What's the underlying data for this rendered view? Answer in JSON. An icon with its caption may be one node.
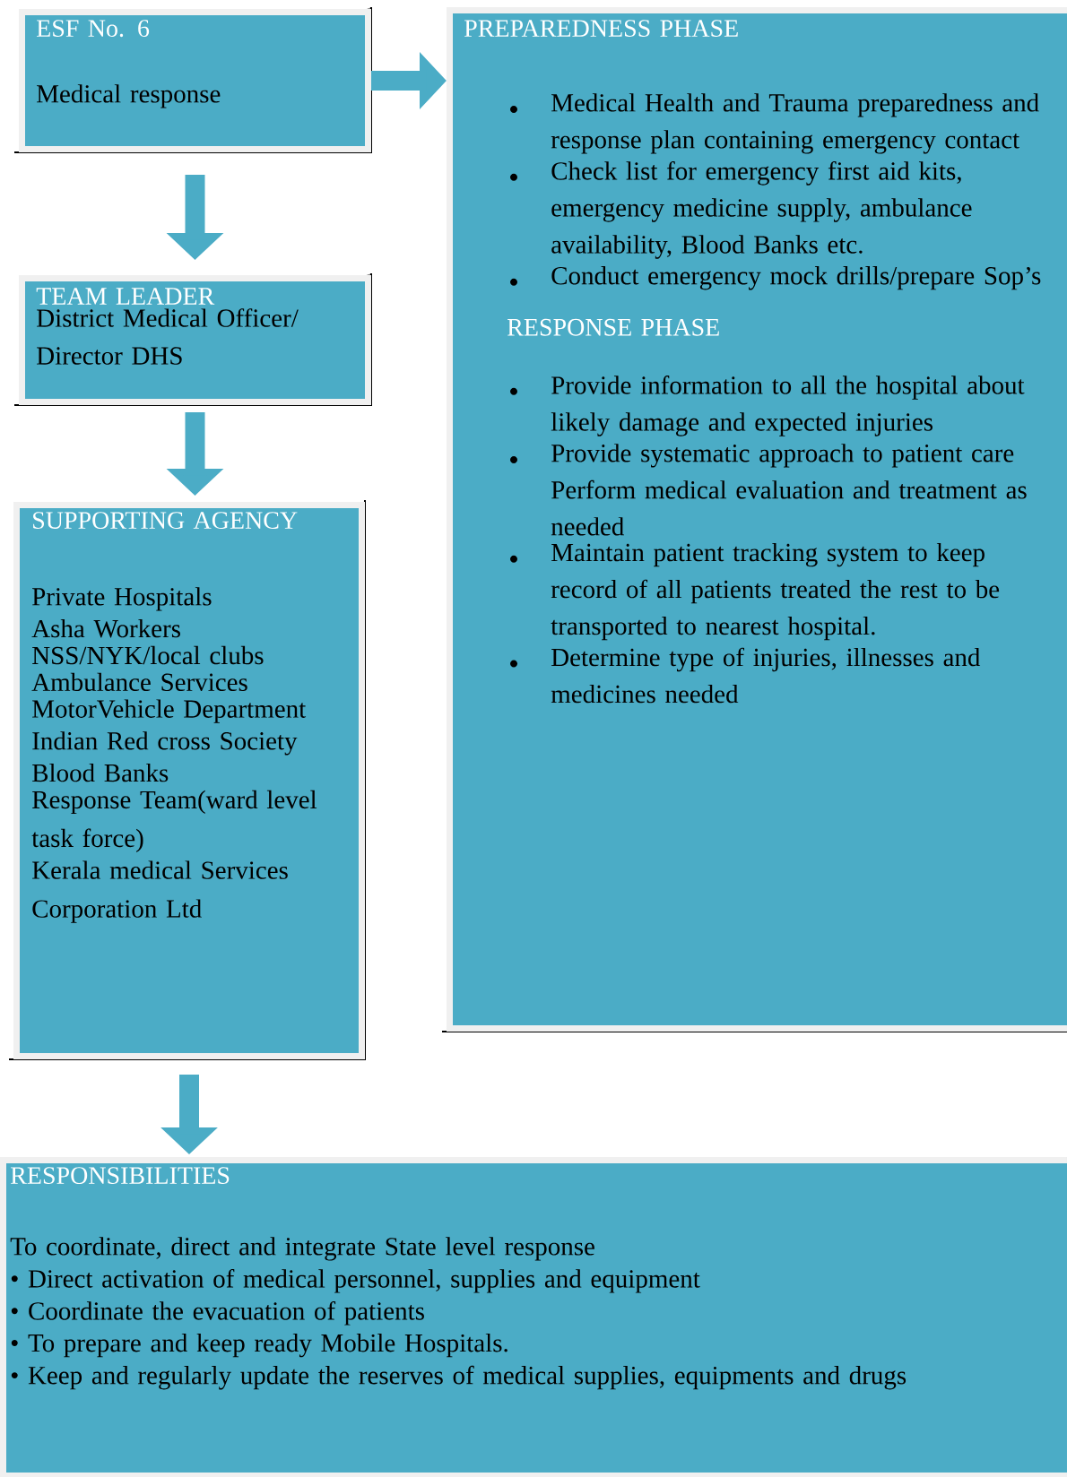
{
  "diagram": {
    "nodes": [
      {
        "text": [
          "ESF No. 6",
          "Medical response"
        ]
      },
      {
        "text": [
          "PREPAREDNESS PHASE",
          "Medical Health and Trauma preparedness and response plan containing emergency contact",
          "Check list for emergency first aid kits, emergency medicine supply, ambulance availability, Blood Banks etc.",
          "Conduct emergency mock drills/prepare Sop’s",
          "RESPONSE PHASE",
          "Provide information to all the hospital about likely damage and expected injuries",
          "Provide systematic approach to patient care Perform medical evaluation and treatment as needed",
          "Maintain patient tracking system to keep record of all patients treated the rest to be transported to nearest hospital.",
          "Determine type of injuries, illnesses and medicines needed"
        ]
      },
      {
        "text": [
          "TEAM LEADER",
          "District Medical Officer/ Director DHS"
        ]
      },
      {
        "text": [
          "SUPPORTING AGENCY",
          "Private Hospitals",
          "Asha Workers",
          "NSS/NYK/local clubs",
          "Ambulance Services",
          "MotorVehicle Department",
          "Indian Red cross Society",
          "Blood Banks",
          "Response Team(ward level task force)",
          "Kerala medical Services Corporation Ltd"
        ]
      },
      {
        "text": [
          "RESPONSIBILITIES",
          "To coordinate, direct and integrate State level response",
          "• Direct activation of medical personnel, supplies and equipment",
          "• Coordinate the evacuation of patients",
          "• To prepare and keep ready Mobile Hospitals.",
          "• Keep and regularly update the reserves of medical supplies, equipments and drugs"
        ]
      }
    ],
    "edges": [
      {
        "from": 0,
        "to": 1,
        "arrow": "to"
      },
      {
        "from": 0,
        "to": 2,
        "arrow": "to"
      },
      {
        "from": 2,
        "to": 3,
        "arrow": "to"
      },
      {
        "from": 3,
        "to": 4,
        "arrow": "to"
      }
    ]
  }
}
